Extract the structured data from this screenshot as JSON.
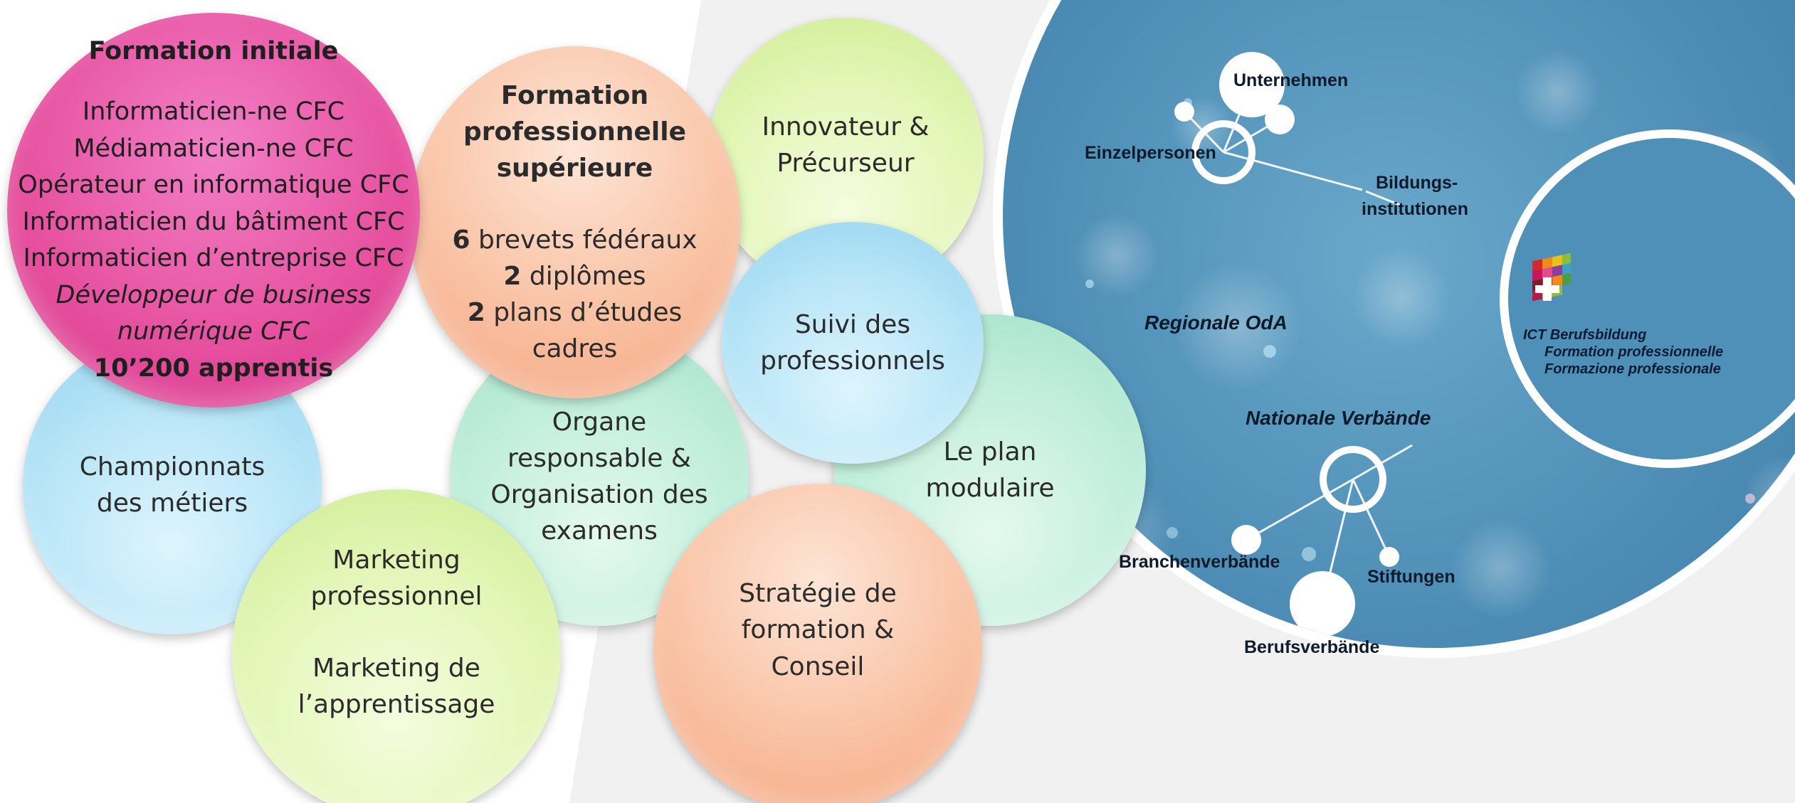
{
  "bubbles": {
    "formation_initiale": {
      "title": "Formation initiale",
      "lines": [
        "Informaticien-ne CFC",
        "Médiamaticien-ne CFC",
        "Opérateur en informatique CFC",
        "Informaticien du bâtiment CFC",
        "Informaticien d’entreprise CFC"
      ],
      "italic_line1": "Développeur de business",
      "italic_line2": "numérique CFC",
      "footer": "10’200 apprentis"
    },
    "formation_superieure": {
      "title1": "Formation",
      "title2": "professionnelle",
      "title3": "supérieure",
      "brevets_count": "6",
      "brevets_text": " brevets fédéraux",
      "diplomes_count": "2",
      "diplomes_text": " diplômes",
      "plans_count": "2",
      "plans_text": " plans d’études",
      "plans_text2": "cadres"
    },
    "innovateur": {
      "line1": "Innovateur &",
      "line2": "Précurseur"
    },
    "suivi": {
      "line1": "Suivi des",
      "line2": "professionnels"
    },
    "plan_modulaire": {
      "line1": "Le plan",
      "line2": "modulaire"
    },
    "championnats": {
      "line1": "Championnats",
      "line2": "des métiers"
    },
    "organe": {
      "line1": "Organe",
      "line2": "responsable &",
      "line3": "Organisation des",
      "line4": "examens"
    },
    "marketing": {
      "line1": "Marketing",
      "line2": "professionnel",
      "line3": "Marketing de",
      "line4": "l’apprentissage"
    },
    "strategie": {
      "line1": "Stratégie de",
      "line2": "formation &",
      "line3": "Conseil"
    }
  },
  "network": {
    "nodes": {
      "unternehmen": "Unternehmen",
      "einzelpersonen": "Einzelpersonen",
      "bildungs1": "Bildungs-",
      "bildungs2": "institutionen",
      "branchenverbaende": "Branchenverbände",
      "stiftungen": "Stiftungen",
      "berufsverbaende": "Berufsverbände"
    },
    "groups": {
      "regionale": "Regionale OdA",
      "nationale": "Nationale Verbände"
    },
    "ict": {
      "line1": "ICT Berufsbildung",
      "line2": "Formation professionnelle",
      "line3": "Formazione professionale"
    }
  },
  "colors": {
    "pink": "#e6509e",
    "peach": "#f9c2a4",
    "lime": "#e3f6b6",
    "blue": "#b7e5f7",
    "green": "#c1eedb",
    "network_bg": "#4d8db5"
  }
}
